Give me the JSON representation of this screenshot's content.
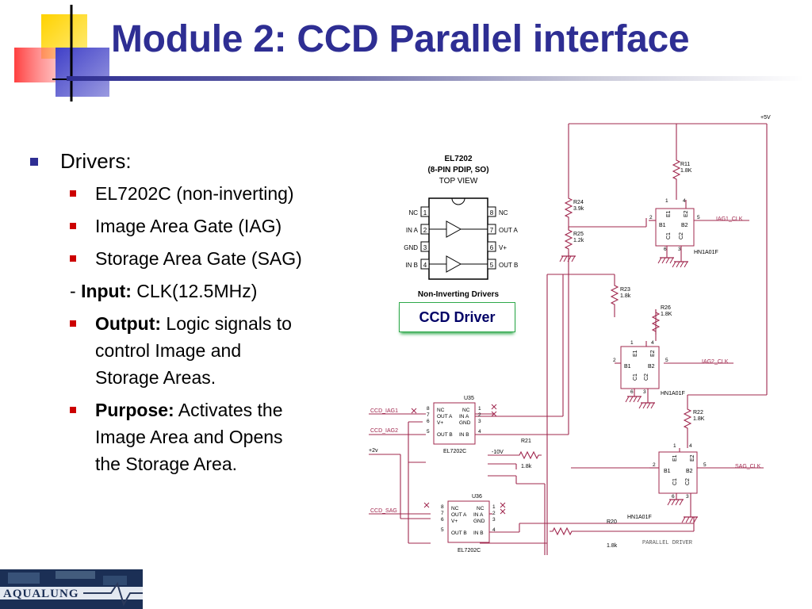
{
  "slide": {
    "title": "Module 2: CCD Parallel interface"
  },
  "bullets": {
    "drivers": "Drivers:",
    "part": "EL7202C (non-inverting)",
    "iag": "Image Area Gate (IAG)",
    "sag": "Storage Area Gate (SAG)",
    "input_dash": "- ",
    "input_label": "Input:",
    "input_value": " CLK(12.5MHz)",
    "output_label": "Output:",
    "output_line1": " Logic signals to",
    "output_line2": "control Image and",
    "output_line3": "Storage Areas.",
    "purpose_label": "Purpose:",
    "purpose_line1": " Activates the",
    "purpose_line2": "Image Area and Opens",
    "purpose_line3": "the Storage Area."
  },
  "pinout": {
    "part": "EL7202",
    "package": "(8-PIN PDIP, SO)",
    "view": "TOP VIEW",
    "left_pins": [
      {
        "num": "1",
        "name": "NC"
      },
      {
        "num": "2",
        "name": "IN A"
      },
      {
        "num": "3",
        "name": "GND"
      },
      {
        "num": "4",
        "name": "IN B"
      }
    ],
    "right_pins": [
      {
        "num": "8",
        "name": "NC"
      },
      {
        "num": "7",
        "name": "OUT A"
      },
      {
        "num": "6",
        "name": "V+"
      },
      {
        "num": "5",
        "name": "OUT B"
      }
    ],
    "caption": "Non-Inverting Drivers"
  },
  "ccd_label": "CCD Driver",
  "schematic": {
    "supply": "+5V",
    "r11": {
      "ref": "R11",
      "val": "1.8K"
    },
    "r24": {
      "ref": "R24",
      "val": "3.9k"
    },
    "r25": {
      "ref": "R25",
      "val": "1.2k"
    },
    "r23": {
      "ref": "R23",
      "val": "1.8k"
    },
    "r26": {
      "ref": "R26",
      "val": "1.8K"
    },
    "r22": {
      "ref": "R22",
      "val": "1.8K"
    },
    "r21": {
      "ref": "R21",
      "val": "1.8k"
    },
    "r20": {
      "ref": "R20",
      "val": "1.8k"
    },
    "q_part": "HN1A01F",
    "iag1_clk": "IAG1_CLK",
    "iag2_clk": "IAG2_CLK",
    "sag_clk": "SAG_CLK",
    "u35": "U35",
    "u36": "U36",
    "el_part": "EL7202C",
    "ccd_iag1": "CCD_IAG1",
    "ccd_iag2": "CCD_IAG2",
    "ccd_sag": "CCD_SAG",
    "plus2v": "+2v",
    "minus10v": "-10V",
    "footer": "PARALLEL DRIVER",
    "ic_nc": "NC",
    "ic_outa": "OUT A",
    "ic_vplus": "V+",
    "ic_outb": "OUT B",
    "ic_ina": "IN A",
    "ic_gnd": "GND",
    "ic_inb": "IN B",
    "q_b1": "B1",
    "q_b2": "B2",
    "q_e1": "E1",
    "q_e2": "E2",
    "q_c1": "C1",
    "q_c2": "C2"
  },
  "logo": {
    "text": "AQUALUNG"
  }
}
